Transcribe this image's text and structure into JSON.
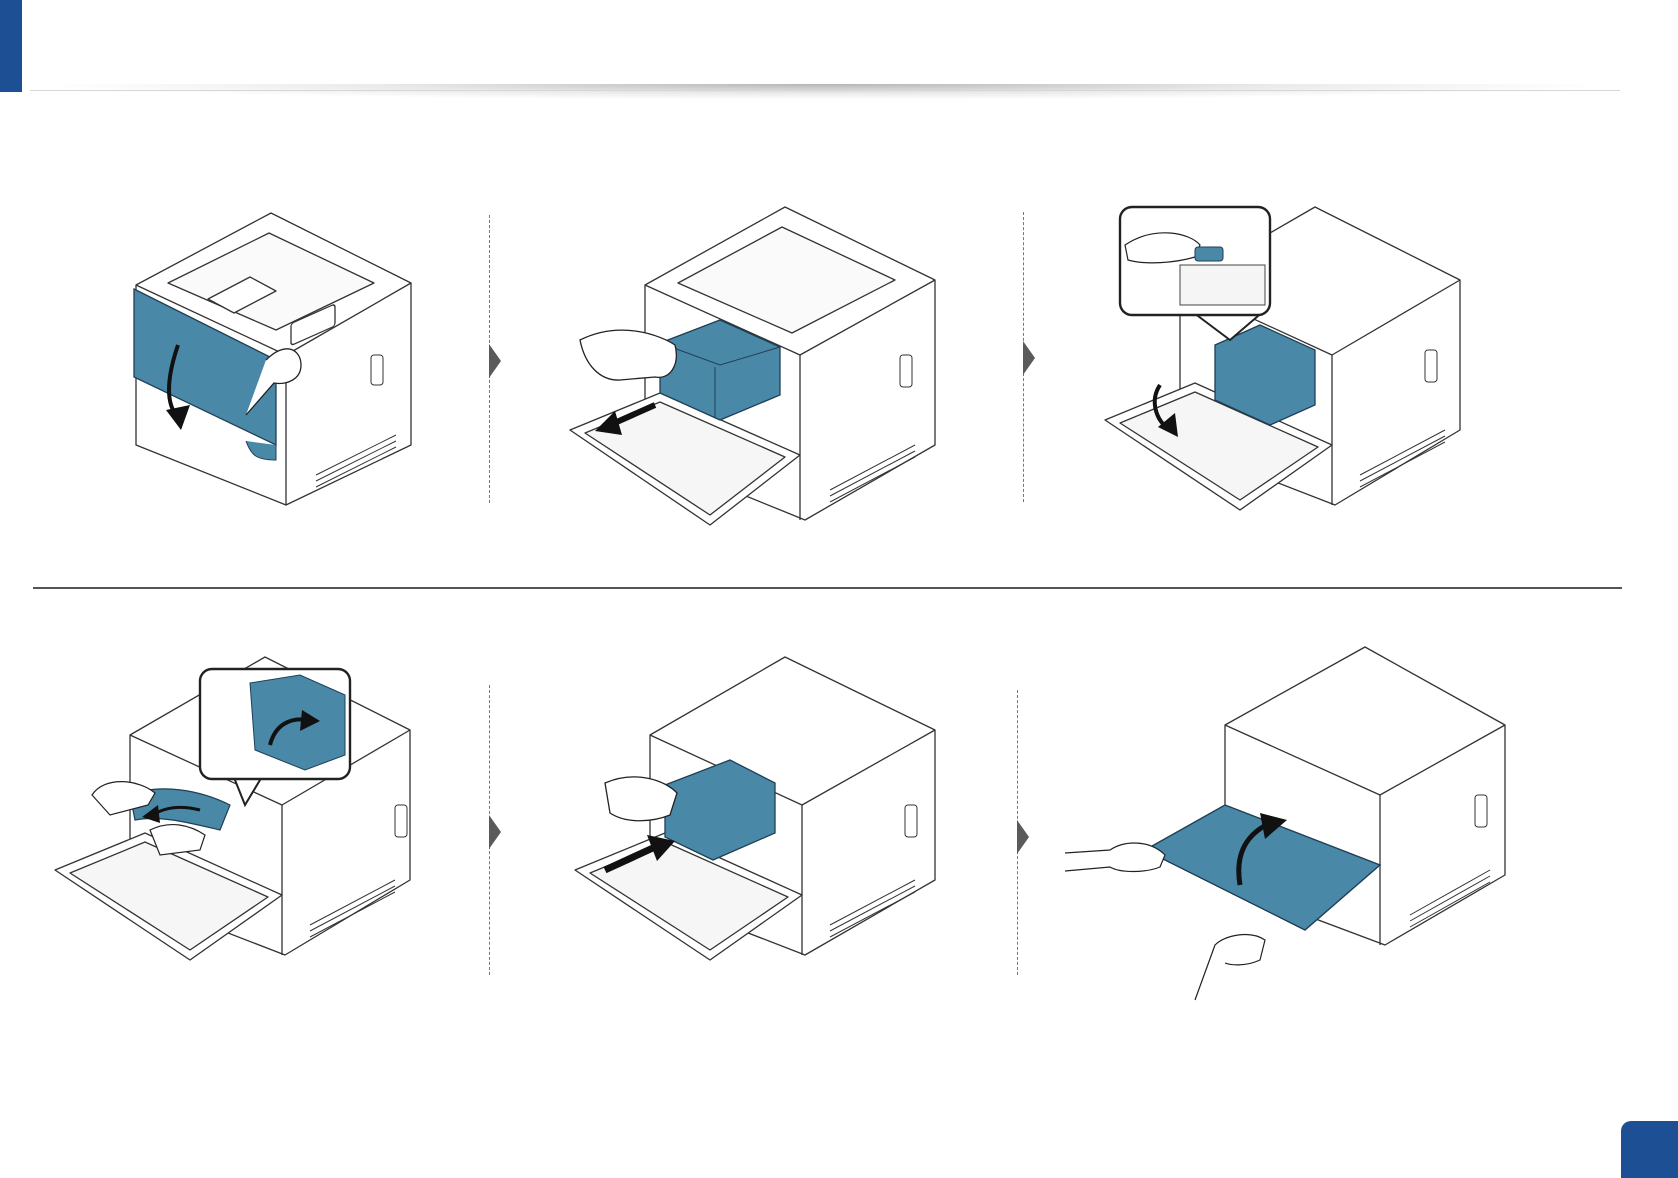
{
  "header": {
    "accent_color": "#1d4f94"
  },
  "illustration": {
    "accent_color": "#4a88a8",
    "line_color": "#333333"
  },
  "steps": [
    {
      "row": 1,
      "illustration": "open-front-door",
      "icons": [
        "hand-icon",
        "curved-arrow-down-icon"
      ]
    },
    {
      "row": 1,
      "illustration": "remove-toner-cartridge",
      "icons": [
        "hand-icon",
        "arrow-out-icon"
      ]
    },
    {
      "row": 1,
      "illustration": "press-release-lever",
      "icons": [
        "hand-press-zoom-icon",
        "curved-arrow-down-icon"
      ]
    },
    {
      "row": 2,
      "illustration": "remove-jammed-paper",
      "icons": [
        "hands-icon",
        "curved-arrow-up-icon",
        "curved-arrow-left-icon"
      ]
    },
    {
      "row": 2,
      "illustration": "insert-toner-cartridge",
      "icons": [
        "hand-icon",
        "arrow-in-icon"
      ]
    },
    {
      "row": 2,
      "illustration": "close-front-door",
      "icons": [
        "hands-icon",
        "curved-arrow-up-icon"
      ]
    }
  ],
  "footer": {
    "page_number": ""
  }
}
